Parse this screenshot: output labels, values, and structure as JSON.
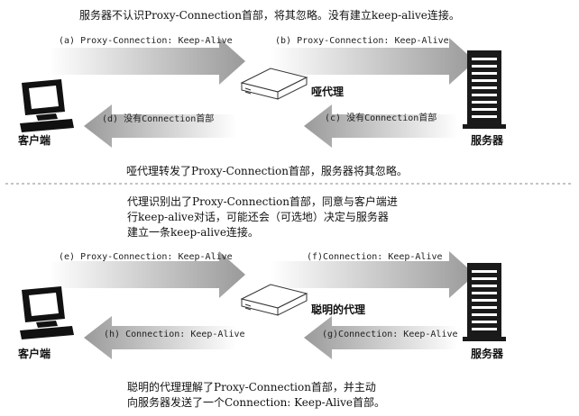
{
  "top": {
    "heading": "服务器不认识Proxy-Connection首部，将其忽略。没有建立keep-alive连接。",
    "arrow_a": "(a) Proxy-Connection: Keep-Alive",
    "arrow_b": "(b) Proxy-Connection: Keep-Alive",
    "arrow_c": "(c) 没有Connection首部",
    "arrow_d": "(d) 没有Connection首部",
    "proxy_label": "哑代理",
    "client_label": "客户端",
    "server_label": "服务器",
    "footer": "哑代理转发了Proxy-Connection首部，服务器将其忽略。"
  },
  "bottom": {
    "heading_lines": [
      "代理识别出了Proxy-Connection首部，同意与客户端进",
      "行keep-alive对话，可能还会（可选地）决定与服务器",
      "建立一条keep-alive连接。"
    ],
    "arrow_e": "(e) Proxy-Connection: Keep-Alive",
    "arrow_f": "(f)Connection: Keep-Alive",
    "arrow_g": "(g)Connection: Keep-Alive",
    "arrow_h": "(h) Connection: Keep-Alive",
    "proxy_label": "聪明的代理",
    "client_label": "客户端",
    "server_label": "服务器",
    "footer_lines": [
      "聪明的代理理解了Proxy-Connection首部，并主动",
      "向服务器发送了一个Connection: Keep-Alive首部。"
    ]
  }
}
